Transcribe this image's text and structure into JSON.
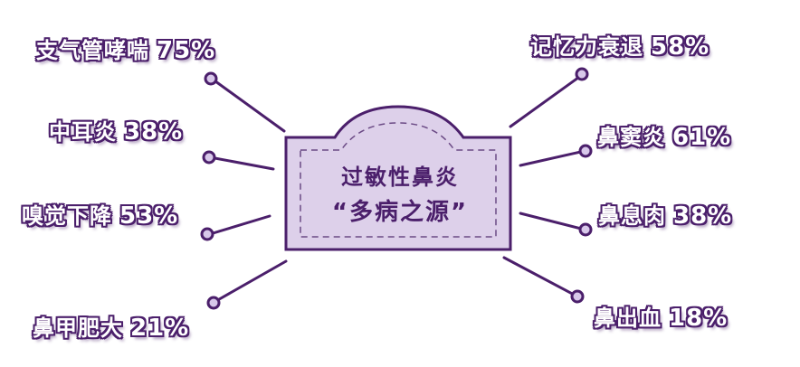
{
  "center": {
    "title": "过敏性鼻炎",
    "subtitle": "“多病之源”"
  },
  "colors": {
    "primary": "#4b1f6b",
    "box_fill": "#ddd0ea",
    "dot_fill": "#d8c8ea",
    "background": "#ffffff"
  },
  "items_left": [
    {
      "name": "支气管哮喘",
      "percent": "75%"
    },
    {
      "name": "中耳炎",
      "percent": "38%"
    },
    {
      "name": "嗅觉下降",
      "percent": "53%"
    },
    {
      "name": "鼻甲肥大",
      "percent": "21%"
    }
  ],
  "items_right": [
    {
      "name": "记忆力衰退",
      "percent": "58%"
    },
    {
      "name": "鼻窦炎",
      "percent": "61%"
    },
    {
      "name": "鼻息肉",
      "percent": "38%"
    },
    {
      "name": "鼻出血",
      "percent": "18%"
    }
  ]
}
